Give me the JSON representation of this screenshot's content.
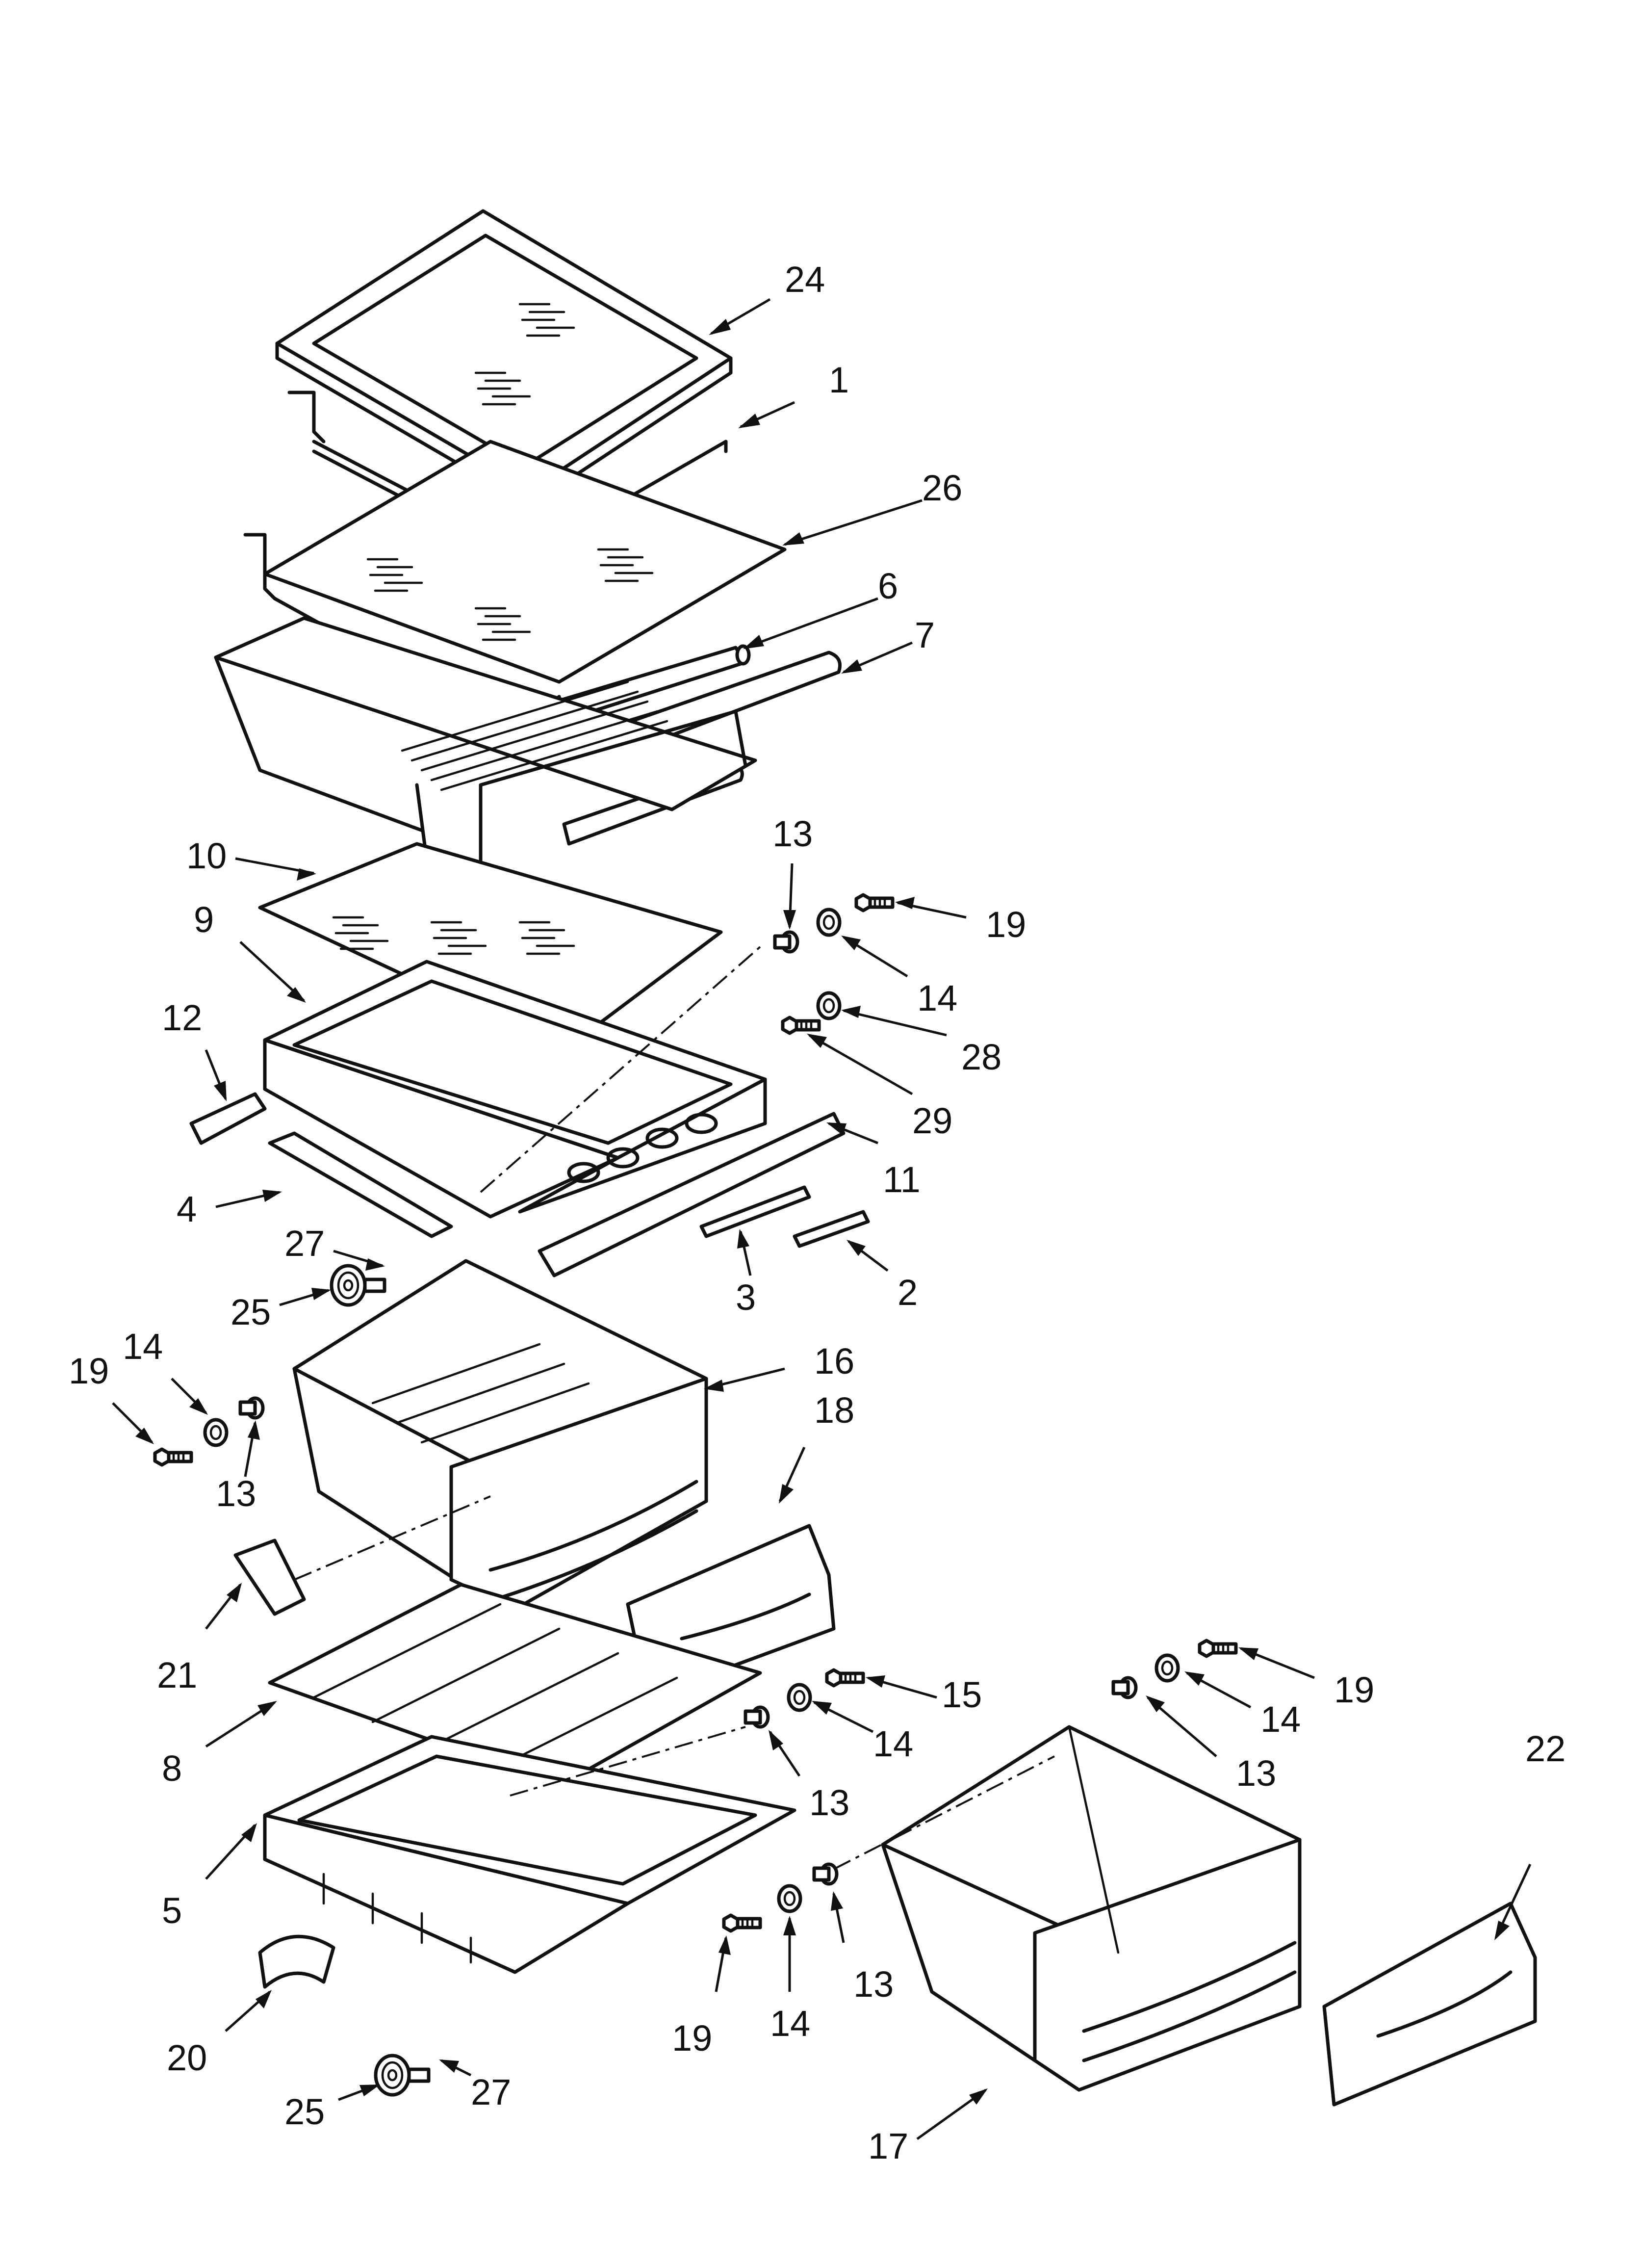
{
  "diagram": {
    "callouts": [
      {
        "id": "c24",
        "text": "24"
      },
      {
        "id": "c1",
        "text": "1"
      },
      {
        "id": "c26",
        "text": "26"
      },
      {
        "id": "c6",
        "text": "6"
      },
      {
        "id": "c7",
        "text": "7"
      },
      {
        "id": "c10",
        "text": "10"
      },
      {
        "id": "c9",
        "text": "9"
      },
      {
        "id": "c13a",
        "text": "13"
      },
      {
        "id": "c19a",
        "text": "19"
      },
      {
        "id": "c14a",
        "text": "14"
      },
      {
        "id": "c28",
        "text": "28"
      },
      {
        "id": "c29",
        "text": "29"
      },
      {
        "id": "c12",
        "text": "12"
      },
      {
        "id": "c11",
        "text": "11"
      },
      {
        "id": "c4",
        "text": "4"
      },
      {
        "id": "c27a",
        "text": "27"
      },
      {
        "id": "c3",
        "text": "3"
      },
      {
        "id": "c2",
        "text": "2"
      },
      {
        "id": "c25a",
        "text": "25"
      },
      {
        "id": "c16",
        "text": "16"
      },
      {
        "id": "c18",
        "text": "18"
      },
      {
        "id": "c19b",
        "text": "19"
      },
      {
        "id": "c14b",
        "text": "14"
      },
      {
        "id": "c13b",
        "text": "13"
      },
      {
        "id": "c21",
        "text": "21"
      },
      {
        "id": "c15",
        "text": "15"
      },
      {
        "id": "c19c",
        "text": "19"
      },
      {
        "id": "c14c",
        "text": "14"
      },
      {
        "id": "c14d",
        "text": "14"
      },
      {
        "id": "c13c",
        "text": "13"
      },
      {
        "id": "c13d",
        "text": "13"
      },
      {
        "id": "c22",
        "text": "22"
      },
      {
        "id": "c8",
        "text": "8"
      },
      {
        "id": "c5",
        "text": "5"
      },
      {
        "id": "c13e",
        "text": "13"
      },
      {
        "id": "c19d",
        "text": "19"
      },
      {
        "id": "c14e",
        "text": "14"
      },
      {
        "id": "c20",
        "text": "20"
      },
      {
        "id": "c25b",
        "text": "25"
      },
      {
        "id": "c27b",
        "text": "27"
      },
      {
        "id": "c17",
        "text": "17"
      }
    ]
  }
}
